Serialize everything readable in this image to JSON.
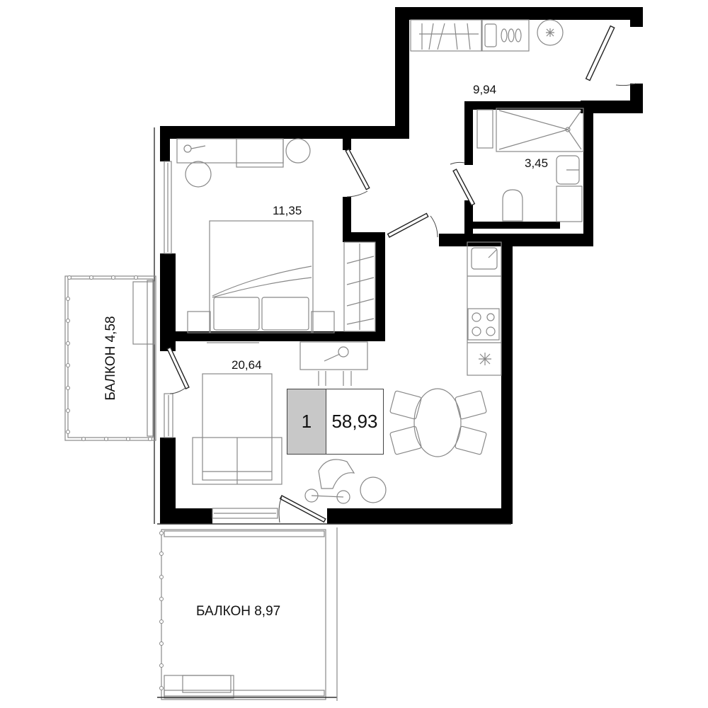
{
  "plan": {
    "type": "apartment-floor-plan",
    "apartment": {
      "rooms_count": "1",
      "total_area": "58,93",
      "badge_colors": {
        "rooms_bg": "#c8c8c8",
        "area_bg": "#ffffff"
      }
    },
    "rooms": [
      {
        "id": "hallway",
        "label": "9,94"
      },
      {
        "id": "bathroom",
        "label": "3,45"
      },
      {
        "id": "bedroom",
        "label": "11,35"
      },
      {
        "id": "living-kitchen",
        "label": "20,64"
      },
      {
        "id": "balcony-west",
        "label": "БАЛКОН 4,58"
      },
      {
        "id": "balcony-south",
        "label": "БАЛКОН 8,97"
      }
    ],
    "colors": {
      "wall": "#000000",
      "furniture": "#888888",
      "background": "#ffffff"
    }
  }
}
